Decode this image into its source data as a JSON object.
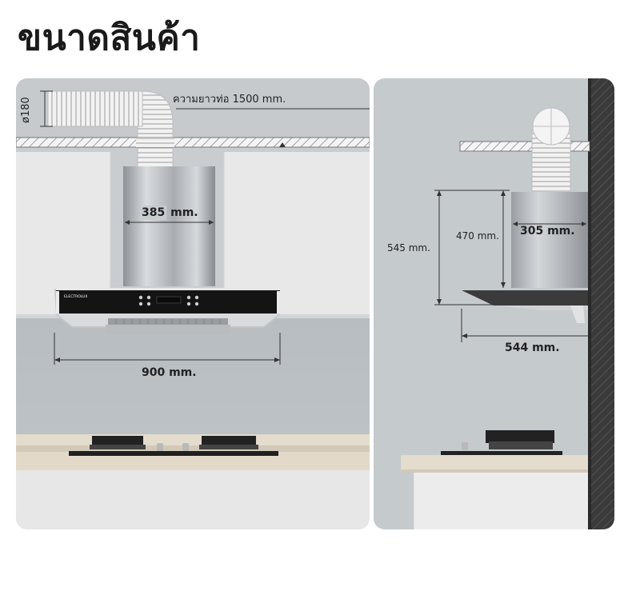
{
  "title": "ขนาดสินค้า",
  "front_view": {
    "duct_length_label": "ความยาวท่อ 1500 mm.",
    "duct_diameter_label": "ø180",
    "chimney_width_value": "385",
    "chimney_width_unit": "mm.",
    "hood_width_label": "900 mm.",
    "brand_text": "ELECTROLUX"
  },
  "side_view": {
    "total_height_label": "545 mm.",
    "chimney_height_label": "470 mm.",
    "chimney_depth_label": "305 mm.",
    "hood_depth_label": "544 mm."
  },
  "colors": {
    "panel_bg": "#c9cdd0",
    "cabinet": "#e6e7e6",
    "countertop": "#e4dccd",
    "hood_panel": "#141414",
    "wall_dark": "#353535"
  }
}
